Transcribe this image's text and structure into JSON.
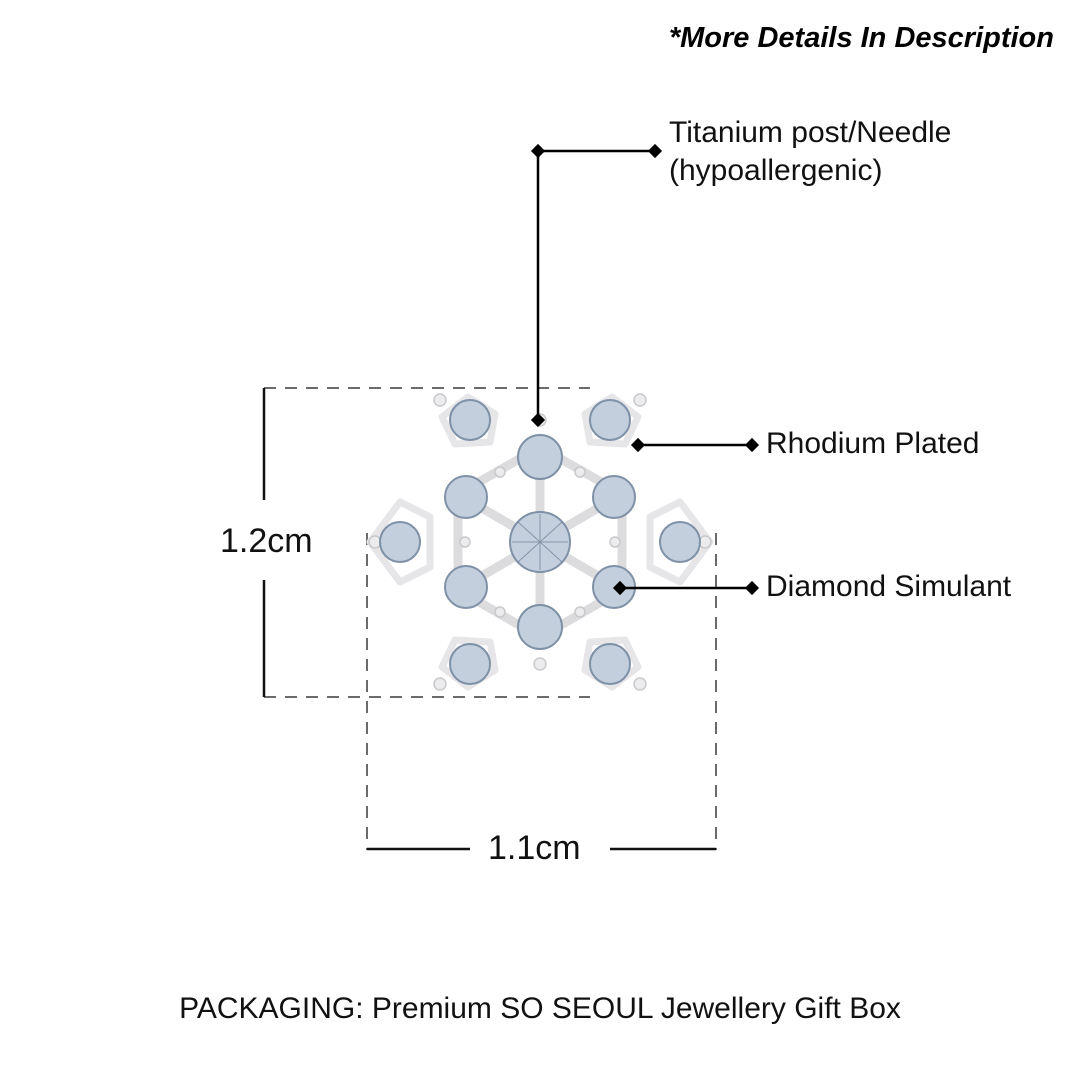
{
  "header": {
    "note": "*More Details In Description"
  },
  "callouts": [
    {
      "id": "post",
      "line1": "Titanium post/Needle",
      "line2": "(hypoallergenic)"
    },
    {
      "id": "plating",
      "text": "Rhodium Plated"
    },
    {
      "id": "stone",
      "text": "Diamond Simulant"
    }
  ],
  "dimensions": {
    "height": "1.2cm",
    "width": "1.1cm"
  },
  "product": {
    "name": "snowflake-stud-earring",
    "metal_color": "#e8e8ea",
    "stone_color": "#b8c6d6",
    "line_color": "#000000",
    "dash_color": "#6b6b6b"
  },
  "footer": {
    "packaging": "PACKAGING: Premium SO SEOUL Jewellery Gift Box"
  }
}
